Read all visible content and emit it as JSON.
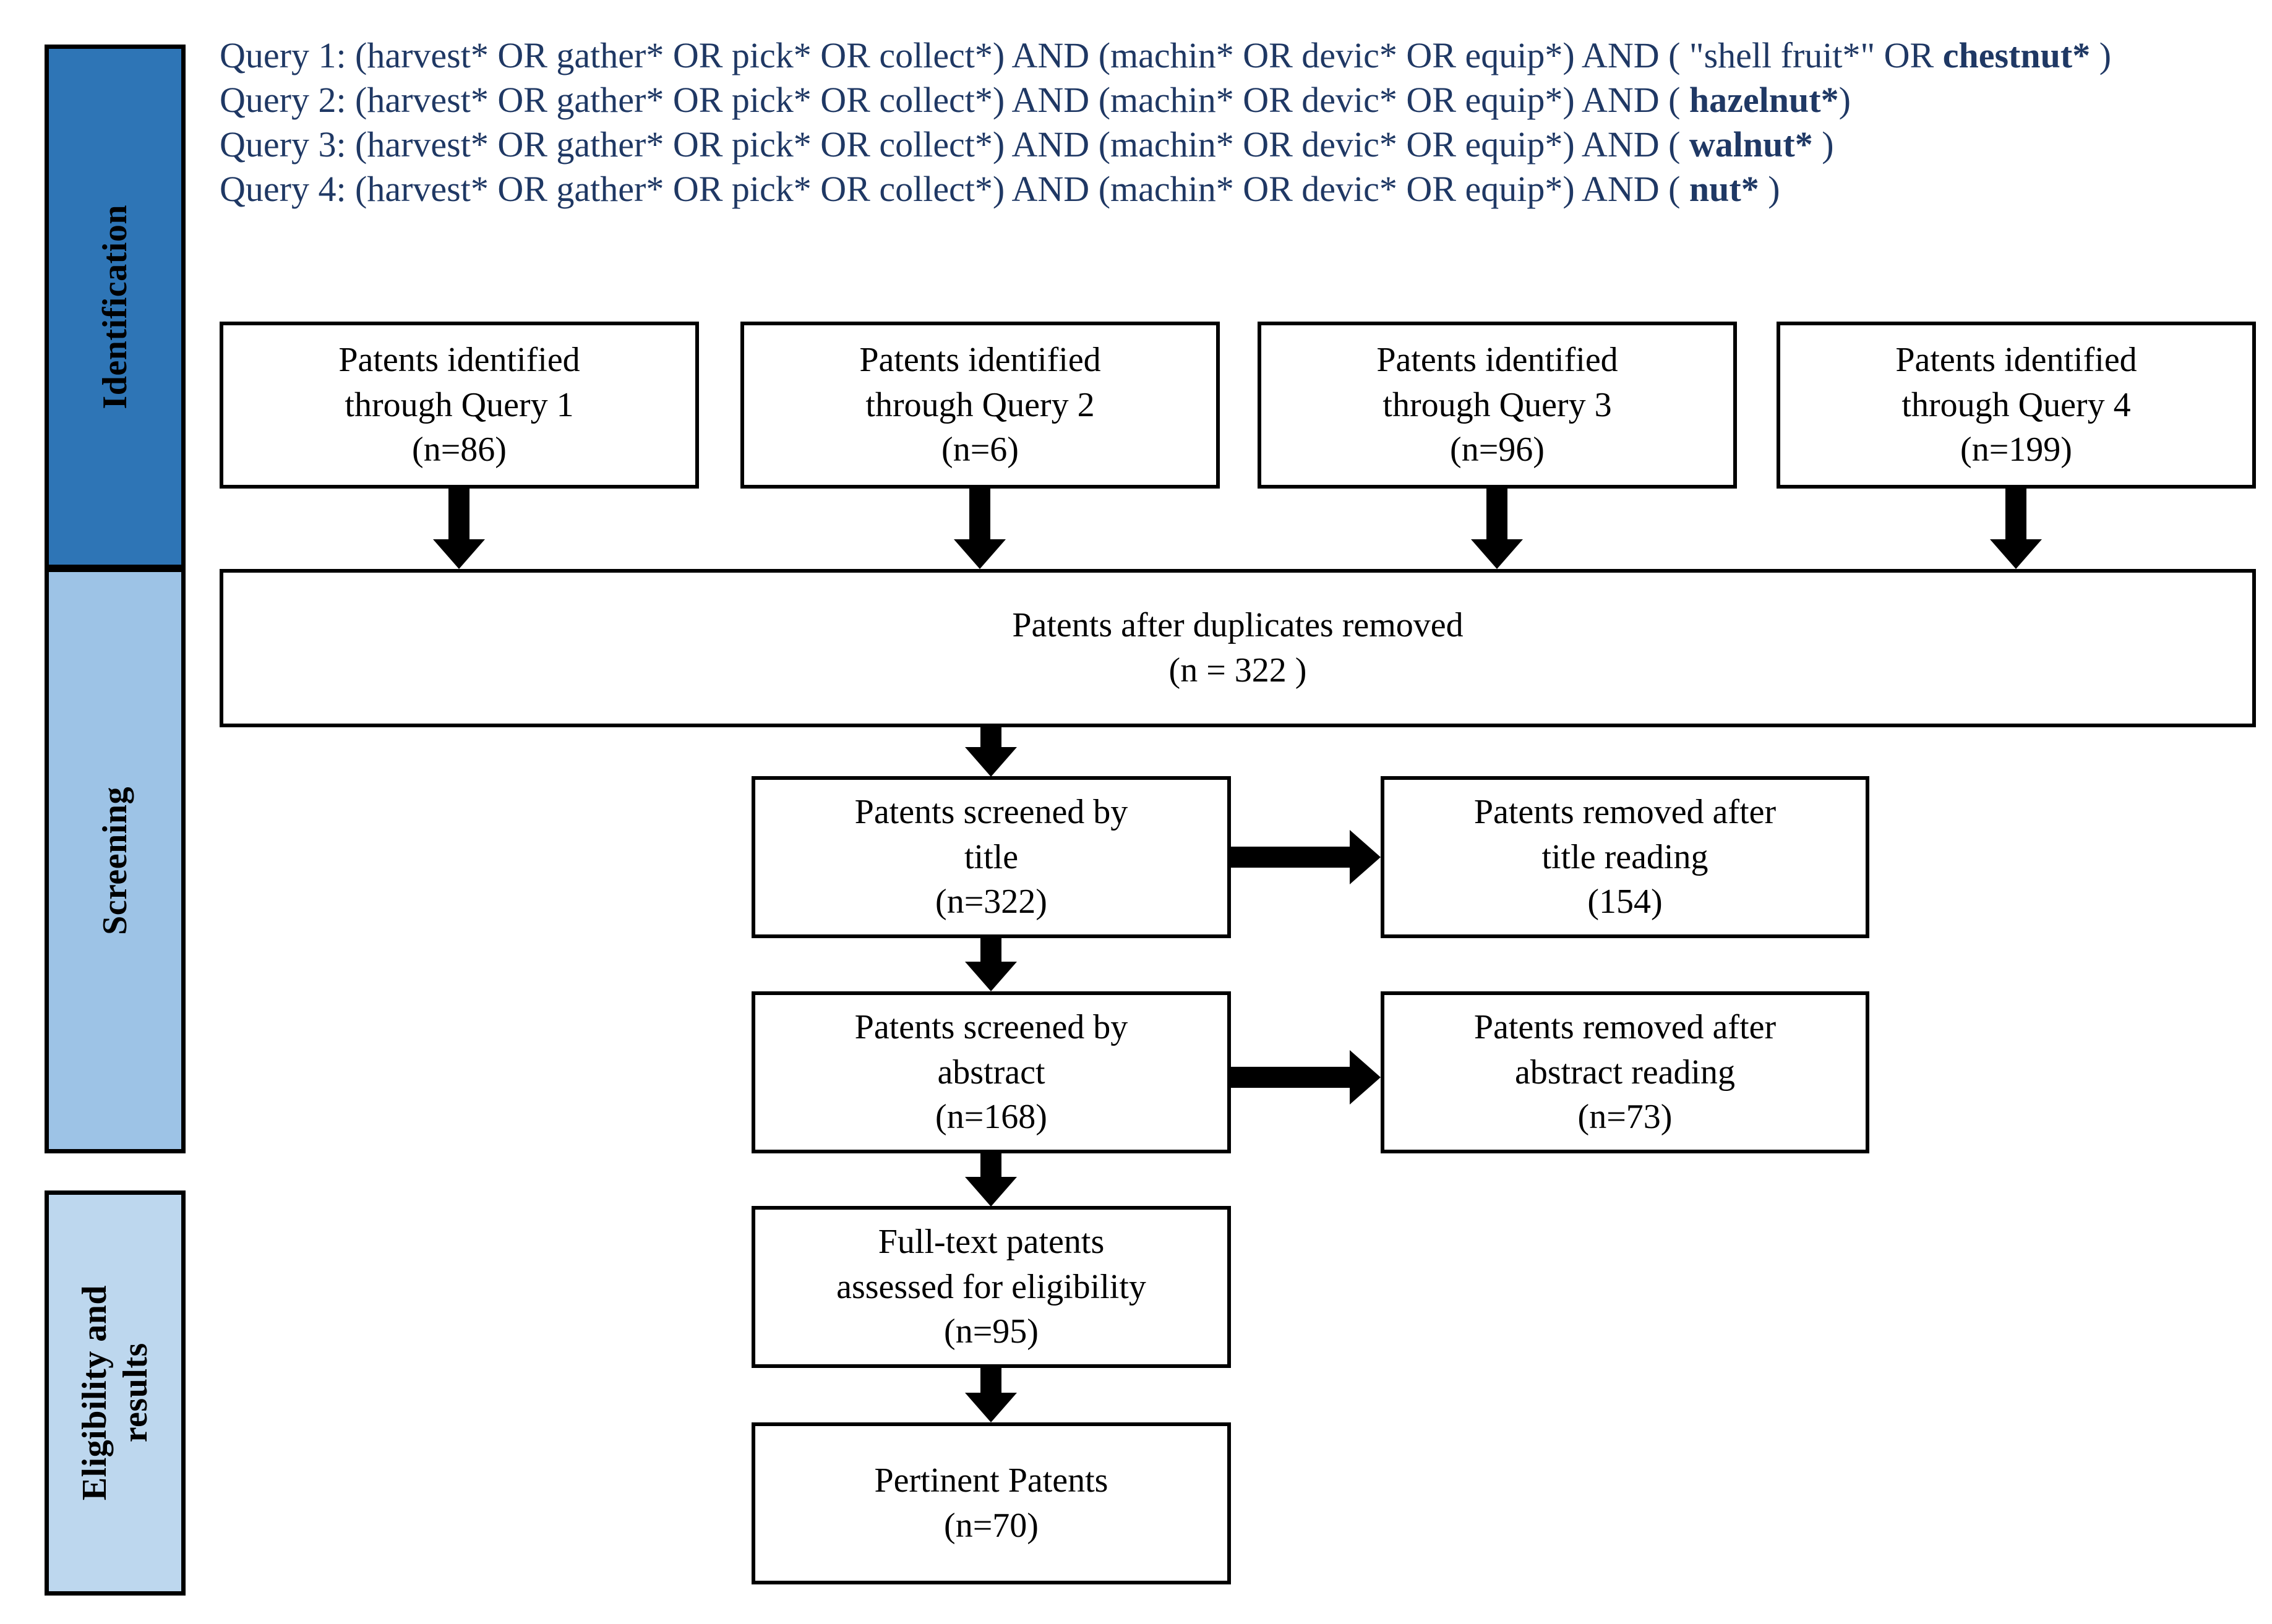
{
  "phases": [
    {
      "id": "identification",
      "label": "Identification",
      "color": "#2E75B6"
    },
    {
      "id": "screening",
      "label": "Screening",
      "color": "#9DC3E6"
    },
    {
      "id": "eligibility",
      "label": "Eligibility and\nresults",
      "color": "#BDD7EE"
    }
  ],
  "queries": {
    "text_color": "#1F3864",
    "lines": [
      {
        "id": "query-1",
        "prefix": "Query 1: (harvest*  OR gather*  OR pick*  OR collect*) AND (machin* OR devic* OR equip*) AND ( \"shell fruit*\" OR ",
        "bold": "chestnut*",
        "suffix": " )"
      },
      {
        "id": "query-2",
        "prefix": "Query 2: (harvest*  OR gather*  OR pick*  OR collect*) AND (machin* OR devic* OR equip*) AND ( ",
        "bold": "hazelnut*",
        "suffix": ")"
      },
      {
        "id": "query-3",
        "prefix": "Query 3: (harvest*  OR gather*  OR pick*  OR collect*) AND (machin* OR devic* OR equip*) AND ( ",
        "bold": "walnut*",
        "suffix": " )"
      },
      {
        "id": "query-4",
        "prefix": "Query 4: (harvest*  OR gather*  OR pick*  OR collect*) AND (machin* OR devic* OR equip*) AND ( ",
        "bold": "nut*",
        "suffix": " )"
      }
    ]
  },
  "boxes": {
    "q1": {
      "line1": "Patents identified",
      "line2": "through Query 1",
      "line3": "(n=86)"
    },
    "q2": {
      "line1": "Patents identified",
      "line2": "through Query 2",
      "line3": "(n=6)"
    },
    "q3": {
      "line1": "Patents identified",
      "line2": "through Query 3",
      "line3": "(n=96)"
    },
    "q4": {
      "line1": "Patents identified",
      "line2": "through Query 4",
      "line3": "(n=199)"
    },
    "duplicates": {
      "line1": "Patents after duplicates removed",
      "line2": "(n = 322 )"
    },
    "screen_title": {
      "line1": "Patents screened by",
      "line2": "title",
      "line3": "(n=322)"
    },
    "removed_title": {
      "line1": "Patents removed after",
      "line2": "title reading",
      "line3": "(154)"
    },
    "screen_abstract": {
      "line1": "Patents screened by",
      "line2": "abstract",
      "line3": "(n=168)"
    },
    "removed_abstract": {
      "line1": "Patents removed after",
      "line2": "abstract reading",
      "line3": "(n=73)"
    },
    "fulltext": {
      "line1": "Full-text patents",
      "line2": "assessed for eligibility",
      "line3": "(n=95)"
    },
    "pertinent": {
      "line1": "Pertinent Patents",
      "line2": "(n=70)"
    }
  },
  "chart_data": {
    "type": "diagram",
    "title": "PRISMA flow diagram of patent search and screening",
    "stages": [
      {
        "phase": "Identification",
        "node": "Patents identified through Query 1",
        "n": 86
      },
      {
        "phase": "Identification",
        "node": "Patents identified through Query 2",
        "n": 6
      },
      {
        "phase": "Identification",
        "node": "Patents identified through Query 3",
        "n": 96
      },
      {
        "phase": "Identification",
        "node": "Patents identified through Query 4",
        "n": 199
      },
      {
        "phase": "Screening",
        "node": "Patents after duplicates removed",
        "n": 322
      },
      {
        "phase": "Screening",
        "node": "Patents screened by title",
        "n": 322
      },
      {
        "phase": "Screening",
        "node": "Patents removed after title reading",
        "n": 154
      },
      {
        "phase": "Screening",
        "node": "Patents screened by abstract",
        "n": 168
      },
      {
        "phase": "Screening",
        "node": "Patents removed after abstract reading",
        "n": 73
      },
      {
        "phase": "Eligibility and results",
        "node": "Full-text patents assessed for eligibility",
        "n": 95
      },
      {
        "phase": "Eligibility and results",
        "node": "Pertinent Patents",
        "n": 70
      }
    ]
  }
}
